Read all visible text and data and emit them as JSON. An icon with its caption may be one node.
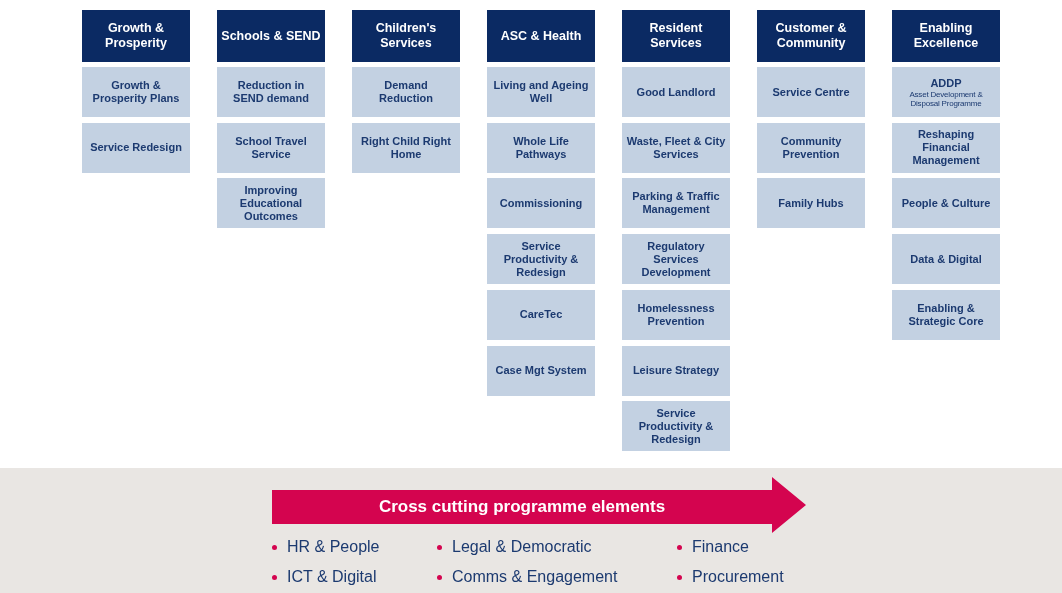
{
  "diagram": {
    "nodes": [
      {
        "text": [
          "Growth & Prosperity"
        ]
      },
      {
        "text": [
          "Growth & Prosperity Plans"
        ]
      },
      {
        "text": [
          "Service Redesign"
        ]
      },
      {
        "text": [
          "Schools & SEND"
        ]
      },
      {
        "text": [
          "Reduction in SEND demand"
        ]
      },
      {
        "text": [
          "School Travel Service"
        ]
      },
      {
        "text": [
          "Improving Educational Outcomes"
        ]
      },
      {
        "text": [
          "Children's Services"
        ]
      },
      {
        "text": [
          "Demand Reduction"
        ]
      },
      {
        "text": [
          "Right Child Right Home"
        ]
      },
      {
        "text": [
          "ASC & Health"
        ]
      },
      {
        "text": [
          "Living and Ageing Well"
        ]
      },
      {
        "text": [
          "Whole Life Pathways"
        ]
      },
      {
        "text": [
          "Commissioning"
        ]
      },
      {
        "text": [
          "Service Productivity & Redesign"
        ]
      },
      {
        "text": [
          "CareTec"
        ]
      },
      {
        "text": [
          "Case Mgt System"
        ]
      },
      {
        "text": [
          "Resident Services"
        ]
      },
      {
        "text": [
          "Good Landlord"
        ]
      },
      {
        "text": [
          "Waste, Fleet & City Services"
        ]
      },
      {
        "text": [
          "Parking & Traffic Management"
        ]
      },
      {
        "text": [
          "Regulatory Services Development"
        ]
      },
      {
        "text": [
          "Homelessness Prevention"
        ]
      },
      {
        "text": [
          "Leisure Strategy"
        ]
      },
      {
        "text": [
          "Service Productivity & Redesign"
        ]
      },
      {
        "text": [
          "Customer & Community"
        ]
      },
      {
        "text": [
          "Service Centre"
        ]
      },
      {
        "text": [
          "Community Prevention"
        ]
      },
      {
        "text": [
          "Family Hubs"
        ]
      },
      {
        "text": [
          "Enabling Excellence"
        ]
      },
      {
        "text": [
          "ADDP",
          "Asset Development & Disposal Programme"
        ]
      },
      {
        "text": [
          "Reshaping Financial Management"
        ]
      },
      {
        "text": [
          "People & Culture"
        ]
      },
      {
        "text": [
          "Data & Digital"
        ]
      },
      {
        "text": [
          "Enabling & Strategic Core"
        ]
      },
      {
        "text": [
          "Cross cutting programme elements"
        ]
      }
    ],
    "labels": [
      "HR & People",
      "Legal & Democratic",
      "Finance",
      "ICT & Digital",
      "Comms & Engagement",
      "Procurement"
    ]
  }
}
